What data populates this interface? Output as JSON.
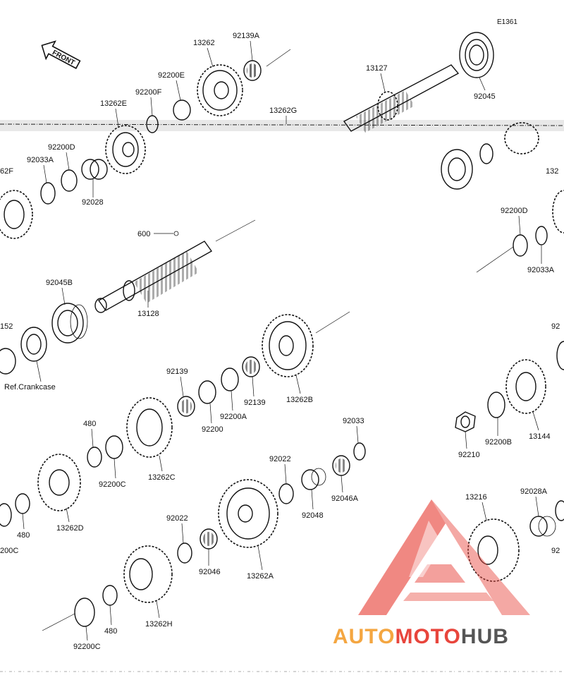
{
  "diagram_code": "E1361",
  "front_arrow_label": "FRONT",
  "reference_label": "Ref.Crankcase",
  "parts": {
    "p13262": "13262",
    "p92139A": "92139A",
    "p92200E": "92200E",
    "p92200F": "92200F",
    "p13262E": "13262E",
    "p13262G": "13262G",
    "p13127": "13127",
    "p92045": "92045",
    "p92200D": "92200D",
    "p92033A": "92033A",
    "p62F": "62F",
    "p92028": "92028",
    "p600": "600",
    "p92045B": "92045B",
    "p13128": "13128",
    "p152": "152",
    "p92200D_r": "92200D",
    "p92033A_r": "92033A",
    "p132_r": "132",
    "p92139": "92139",
    "p92200": "92200",
    "p92200A": "92200A",
    "p92139_b": "92139",
    "p13262B": "13262B",
    "p92_r": "92",
    "p480": "480",
    "p92200C": "92200C",
    "p13262C": "13262C",
    "p13262D": "13262D",
    "p480_b": "480",
    "p200C": "200C",
    "p92033": "92033",
    "p92022": "92022",
    "p92048": "92048",
    "p92046A": "92046A",
    "p92210": "92210",
    "p92200B": "92200B",
    "p13144": "13144",
    "p92022_b": "92022",
    "p92046": "92046",
    "p13262A": "13262A",
    "p13216": "13216",
    "p92028A": "92028A",
    "p92_r2": "92",
    "p480_c": "480",
    "p13262H": "13262H",
    "p92200C_b": "92200C"
  },
  "watermark": {
    "auto": "AUTO",
    "moto": "MOTO",
    "hub": "HUB"
  },
  "colors": {
    "ink": "#111111",
    "watermark_red": "#e8453c",
    "watermark_orange": "#f4a641",
    "watermark_gray": "#555555"
  }
}
